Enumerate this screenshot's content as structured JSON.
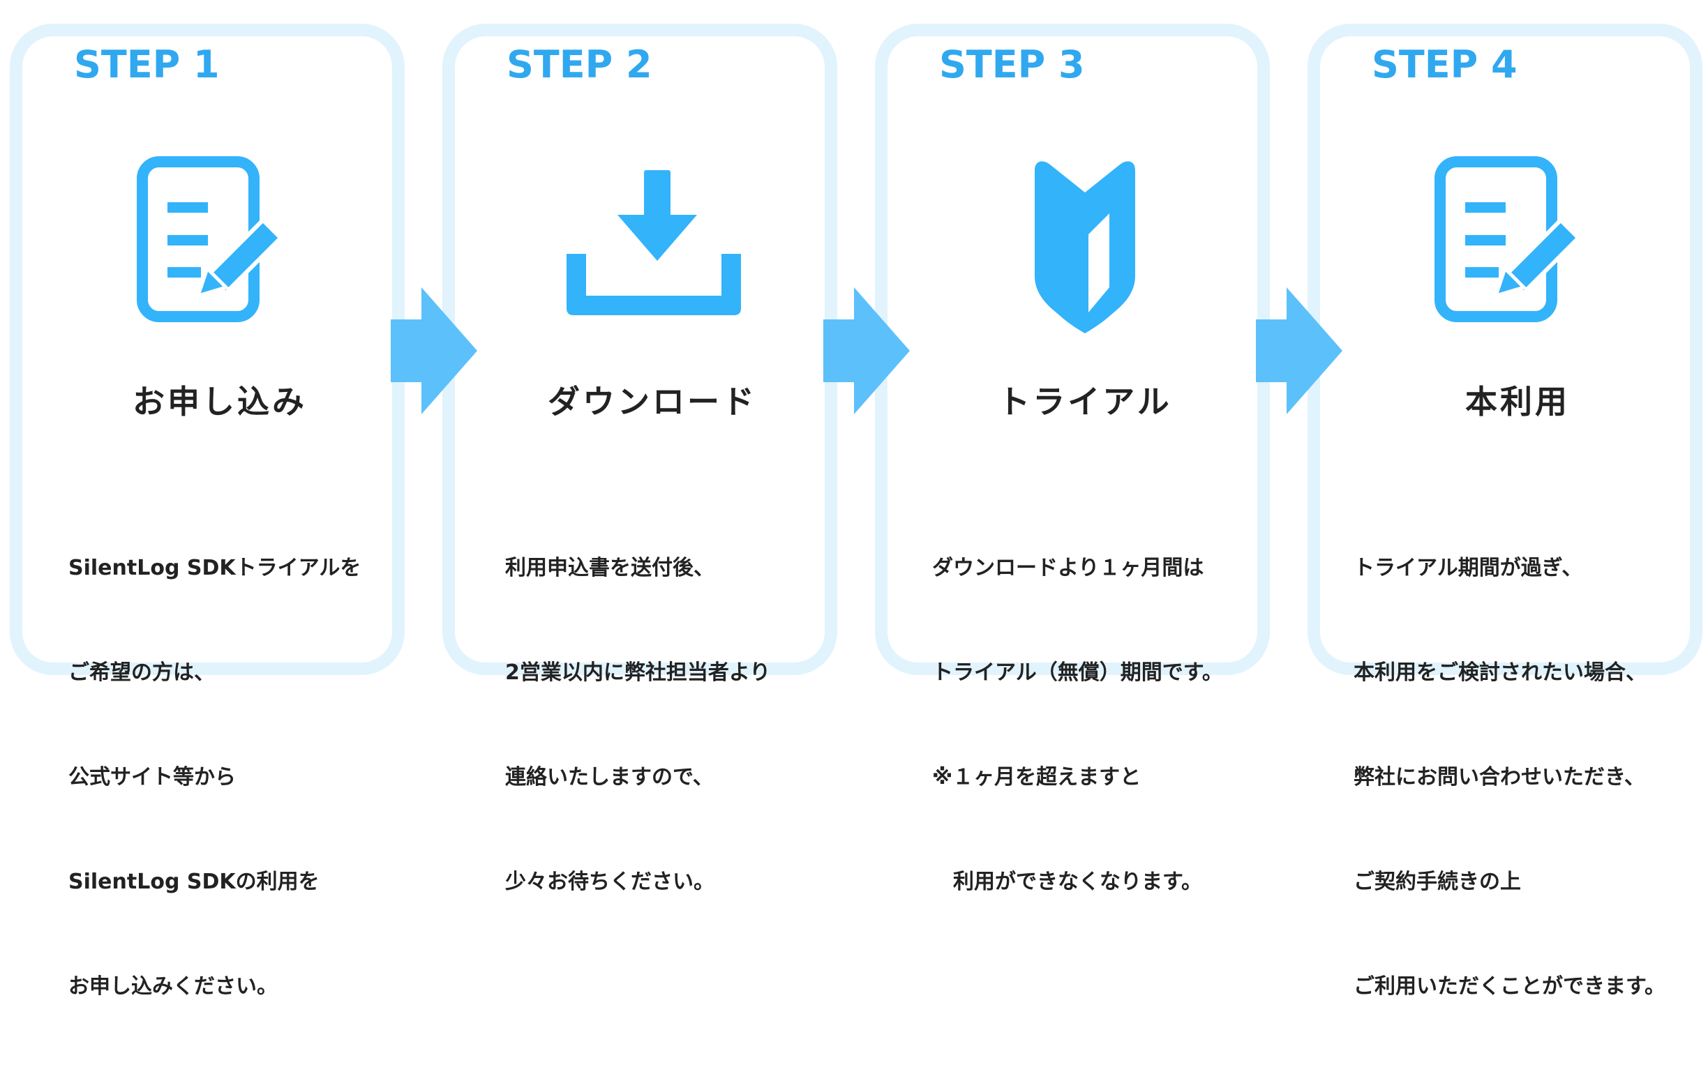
{
  "colors": {
    "accent": "#30a8f0",
    "icon": "#33b3fa",
    "arrow": "#5cc0fb",
    "card_border": "#e1f3fd",
    "text": "#222222"
  },
  "steps": [
    {
      "label": "STEP 1",
      "icon": "application-form-pencil-icon",
      "title": "お申し込み",
      "description": [
        "SilentLog SDKトライアルを",
        "ご希望の方は、",
        "公式サイト等から",
        "SilentLog SDKの利用を",
        "お申し込みください。"
      ]
    },
    {
      "label": "STEP 2",
      "icon": "download-icon",
      "title": "ダウンロード",
      "description": [
        "利用申込書を送付後、",
        "2営業以内に弊社担当者より",
        "連絡いたしますので、",
        "少々お待ちください。"
      ]
    },
    {
      "label": "STEP 3",
      "icon": "beginner-mark-icon",
      "title": "トライアル",
      "description": [
        "ダウンロードより１ヶ月間は",
        "トライアル（無償）期間です。",
        "※１ヶ月を超えますと",
        "　利用ができなくなります。"
      ]
    },
    {
      "label": "STEP 4",
      "icon": "contract-form-pencil-icon",
      "title": "本利用",
      "description": [
        "トライアル期間が過ぎ、",
        "本利用をご検討されたい場合、",
        "弊社にお問い合わせいただき、",
        "ご契約手続きの上",
        "ご利用いただくことができます。"
      ]
    }
  ]
}
